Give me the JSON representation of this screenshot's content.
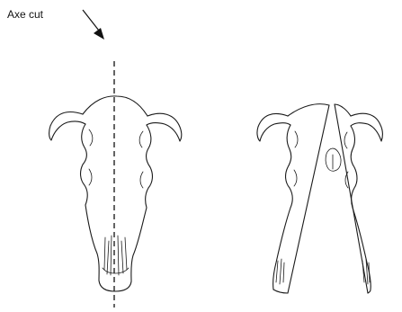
{
  "diagram": {
    "cut_label": "Axe cut",
    "elements": {
      "arrow": "cut-direction-arrow",
      "cut_line": "dashed-cut-line",
      "left_figure": "whole-skull",
      "right_figure": "split-skull"
    },
    "colors": {
      "ink": "#1a1a1a",
      "background": "#ffffff"
    }
  }
}
